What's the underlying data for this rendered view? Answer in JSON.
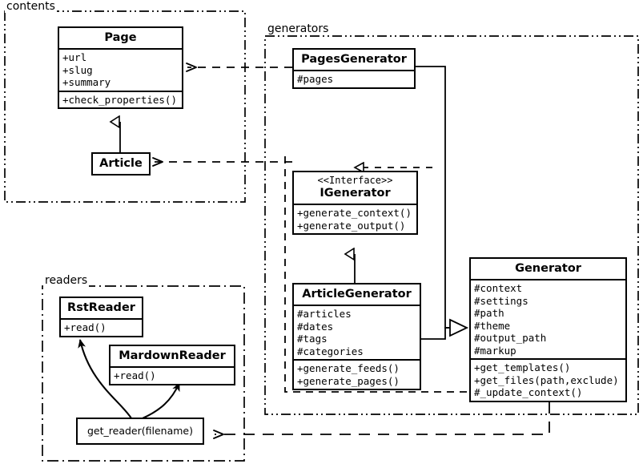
{
  "diagram": {
    "kind": "uml-class-diagram",
    "line_color": "#000000",
    "background": "#ffffff"
  },
  "packages": [
    {
      "id": "contents",
      "label": "contents"
    },
    {
      "id": "generators",
      "label": "generators"
    },
    {
      "id": "readers",
      "label": "readers"
    }
  ],
  "classes": {
    "page": {
      "name": "Page",
      "attributes": [
        "+url",
        "+slug",
        "+summary"
      ],
      "operations": [
        "+check_properties()"
      ]
    },
    "article": {
      "name": "Article",
      "attributes": [],
      "operations": []
    },
    "pages_generator": {
      "name": "PagesGenerator",
      "attributes": [
        "#pages"
      ],
      "operations": []
    },
    "igenerator": {
      "stereotype": "<<Interface>>",
      "name": "IGenerator",
      "attributes": [],
      "operations": [
        "+generate_context()",
        "+generate_output()"
      ]
    },
    "article_generator": {
      "name": "ArticleGenerator",
      "attributes": [
        "#articles",
        "#dates",
        "#tags",
        "#categories"
      ],
      "operations": [
        "+generate_feeds()",
        "+generate_pages()"
      ]
    },
    "generator": {
      "name": "Generator",
      "attributes": [
        "#context",
        "#settings",
        "#path",
        "#theme",
        "#output_path",
        "#markup"
      ],
      "operations": [
        "+get_templates()",
        "+get_files(path,exclude)",
        "#_update_context()"
      ]
    },
    "rst_reader": {
      "name": "RstReader",
      "attributes": [],
      "operations": [
        "+read()"
      ]
    },
    "mardown_reader": {
      "name": "MardownReader",
      "attributes": [],
      "operations": [
        "+read()"
      ]
    },
    "get_reader": {
      "name": "get_reader(filename)"
    }
  },
  "relations": [
    {
      "id": "article-inherits-page",
      "type": "generalization",
      "from": "Article",
      "to": "Page"
    },
    {
      "id": "pagesgenerator-realizes-igenerator",
      "type": "realization",
      "from": "PagesGenerator",
      "to": "IGenerator"
    },
    {
      "id": "articlegenerator-inherits-igenerator",
      "type": "generalization",
      "from": "ArticleGenerator",
      "to": "IGenerator"
    },
    {
      "id": "pagesgenerator-inherits-generator",
      "type": "generalization",
      "from": "PagesGenerator",
      "to": "Generator"
    },
    {
      "id": "articlegenerator-inherits-generator",
      "type": "generalization",
      "from": "ArticleGenerator",
      "to": "Generator"
    },
    {
      "id": "pagesgenerator-depends-page",
      "type": "dependency",
      "from": "PagesGenerator",
      "to": "Page"
    },
    {
      "id": "articlegenerator-depends-article",
      "type": "dependency",
      "from": "ArticleGenerator",
      "to": "Article"
    },
    {
      "id": "generator-depends-get_reader",
      "type": "dependency",
      "from": "Generator",
      "to": "get_reader(filename)"
    },
    {
      "id": "get_reader-creates-rstreader",
      "type": "association",
      "from": "get_reader(filename)",
      "to": "RstReader"
    },
    {
      "id": "get_reader-creates-mardownreader",
      "type": "association",
      "from": "get_reader(filename)",
      "to": "MardownReader"
    }
  ]
}
